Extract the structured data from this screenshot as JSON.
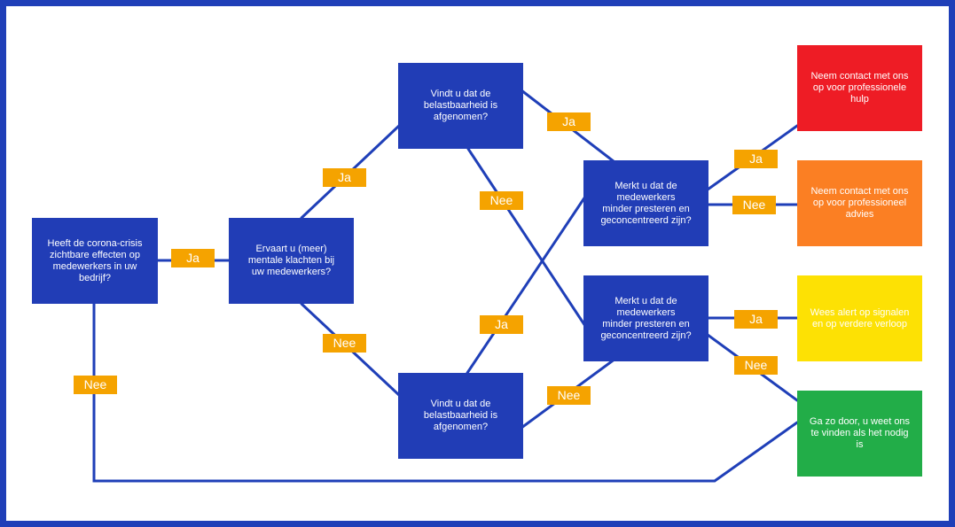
{
  "colors": {
    "frame": "#1f3fb8",
    "question_box": "#213db6",
    "connector": "#1f3fb8",
    "label": "#f5a300",
    "outcome_red": "#ee1c25",
    "outcome_orange": "#fb7f23",
    "outcome_yellow": "#fde104",
    "outcome_green": "#22ad48"
  },
  "questions": {
    "q1": "Heeft de corona-crisis\nzichtbare effecten op\nmedewerkers in uw\nbedrijf?",
    "q2": "Ervaart u (meer)\nmentale klachten bij\nuw medewerkers?",
    "q3_top": "Vindt u dat de\nbelastbaarheid is\nafgenomen?",
    "q3_bottom": "Vindt u dat de\nbelastbaarheid is\nafgenomen?",
    "q4_top": "Merkt u dat de\nmedewerkers\nminder presteren en\ngeconcentreerd zijn?",
    "q4_bottom": "Merkt u dat de\nmedewerkers\nminder presteren en\ngeconcentreerd zijn?"
  },
  "outcomes": {
    "red": "Neem contact met ons\nop voor professionele\nhulp",
    "orange": "Neem contact met ons\nop voor professioneel\nadvies",
    "yellow": "Wees alert op signalen\nen op verdere verloop",
    "green": "Ga zo door, u weet ons\nte vinden als het nodig\nis"
  },
  "labels": {
    "ja": "Ja",
    "nee": "Nee"
  }
}
